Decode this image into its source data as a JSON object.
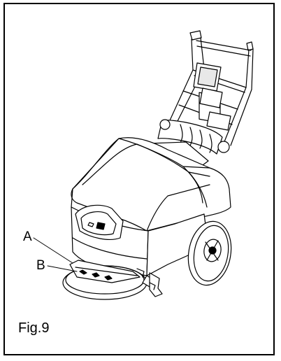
{
  "figure": {
    "caption": "Fig.9",
    "callouts": [
      {
        "id": "A",
        "label": "A"
      },
      {
        "id": "B",
        "label": "B"
      }
    ]
  },
  "colors": {
    "line": "#000000",
    "background": "#ffffff"
  },
  "subject": "floor-scrubber-line-drawing"
}
